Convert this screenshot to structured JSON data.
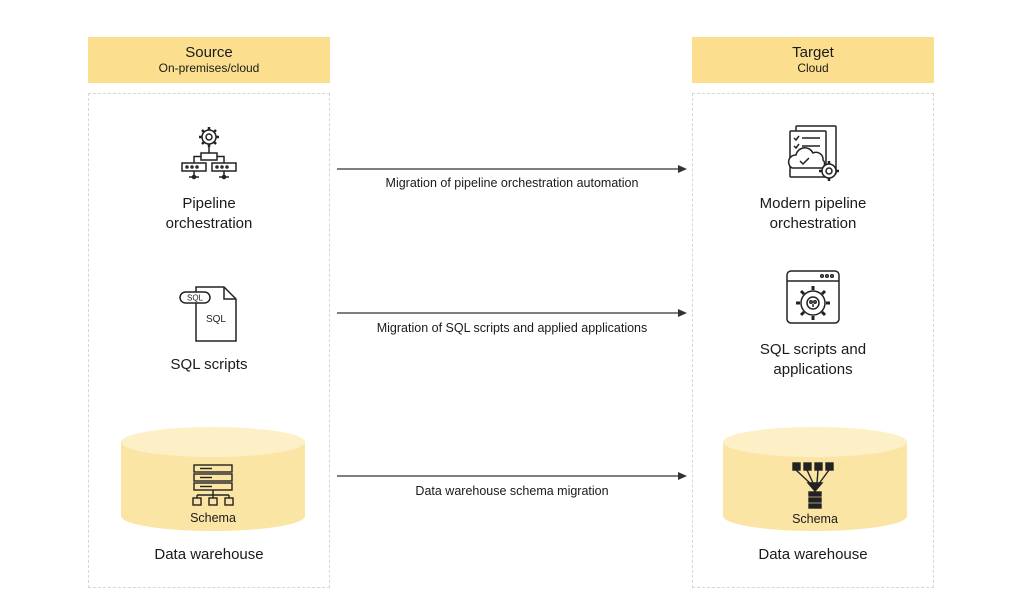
{
  "source": {
    "title": "Source",
    "subtitle": "On-premises/cloud",
    "items": [
      {
        "label": "Pipeline\norchestration",
        "icon": "pipeline-gear-icon"
      },
      {
        "label": "SQL scripts",
        "icon": "sql-file-icon",
        "badge": "SQL",
        "file_text": "SQL"
      },
      {
        "label": "Data warehouse",
        "icon": "database-cylinder-icon",
        "inner_label": "Schema"
      }
    ]
  },
  "target": {
    "title": "Target",
    "subtitle": "Cloud",
    "items": [
      {
        "label": "Modern pipeline\norchestration",
        "icon": "cloud-checklist-gear-icon"
      },
      {
        "label": "SQL scripts and\napplications",
        "icon": "browser-gear-icon"
      },
      {
        "label": "Data warehouse",
        "icon": "database-cylinder-icon",
        "inner_label": "Schema"
      }
    ]
  },
  "migrations": [
    "Migration of pipeline orchestration automation",
    "Migration of SQL scripts and applied applications",
    "Data warehouse schema migration"
  ],
  "colors": {
    "header_bg": "#fbdf8e",
    "cylinder_fill": "#fbe5a5",
    "cylinder_top": "#fdefc6"
  }
}
